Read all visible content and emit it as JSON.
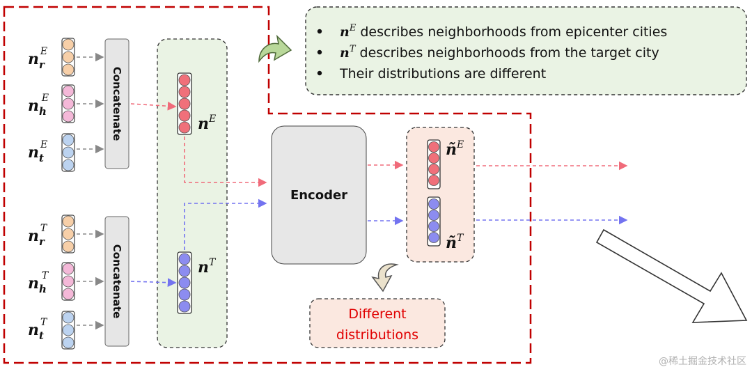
{
  "colors": {
    "red_dashed": "#c00000",
    "orange": "#f7cfa8",
    "pink": "#f4b8d8",
    "blue": "#bcd3f0",
    "red_node": "#f0707a",
    "blue_node": "#8c8cf0",
    "green_panel": "#eaf3e4",
    "peach_panel": "#fbe8e0",
    "encoder": "#e7e7e7",
    "red_text": "#e00000"
  },
  "bullets": [
    {
      "sym": "n",
      "sup": "E",
      "text": " describes neighborhoods from epicenter cities"
    },
    {
      "sym": "n",
      "sup": "T",
      "text": " describes neighborhoods from the target city"
    },
    {
      "sym": "",
      "sup": "",
      "text": "Their distributions are different"
    }
  ],
  "inputs_E": [
    {
      "base": "n",
      "sub": "r",
      "sup": "E"
    },
    {
      "base": "n",
      "sub": "h",
      "sup": "E"
    },
    {
      "base": "n",
      "sub": "t",
      "sup": "E"
    }
  ],
  "inputs_T": [
    {
      "base": "n",
      "sub": "r",
      "sup": "T"
    },
    {
      "base": "n",
      "sub": "h",
      "sup": "T"
    },
    {
      "base": "n",
      "sub": "t",
      "sup": "T"
    }
  ],
  "concat_label": "Concatenate",
  "nE": {
    "base": "n",
    "sup": "E"
  },
  "nT": {
    "base": "n",
    "sup": "T"
  },
  "encoder_label": "Encoder",
  "out_E": {
    "base": "ñ",
    "sup": "E"
  },
  "out_T": {
    "base": "ñ",
    "sup": "T"
  },
  "note": {
    "line1": "Different",
    "line2": "distributions"
  },
  "watermark": "@稀土掘金技术社区"
}
